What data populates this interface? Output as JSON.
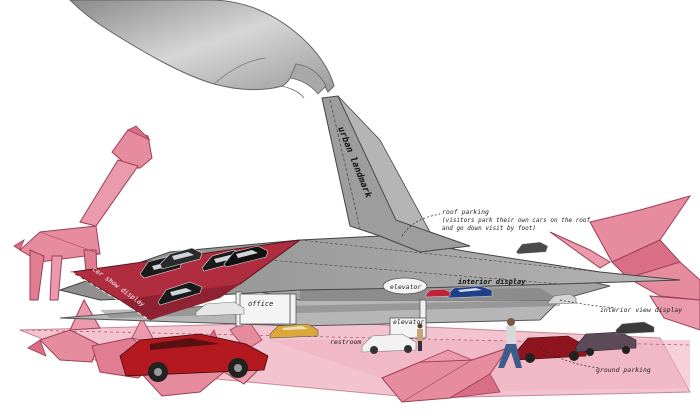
{
  "labels": {
    "urban_landmark": "urban landmark",
    "roof_parking_line1": "roof parking",
    "roof_parking_line2": "(visitors park their own cars on the roof",
    "roof_parking_line3": "and go down visit by foot)",
    "car_display": "car show display",
    "office": "office",
    "elevator_top": "elevator",
    "interior_display": "interior display",
    "elevator_bottom": "elevator",
    "interior_view_display": "interior view display",
    "restroom": "restroom",
    "ground_parking": "ground parking"
  },
  "colors": {
    "origami_pink": "#e78c9f",
    "origami_line": "#9e3f55",
    "ramp_red": "#b02c3f",
    "roof_grey": "#9b9b9b",
    "ground_pink": "#f3c4cf",
    "hand_grey": "#bdbdbd"
  },
  "icons": [
    "hand-icon",
    "giraffe-origami-icon",
    "crane-origami-icon",
    "car-icon",
    "person-icon"
  ]
}
